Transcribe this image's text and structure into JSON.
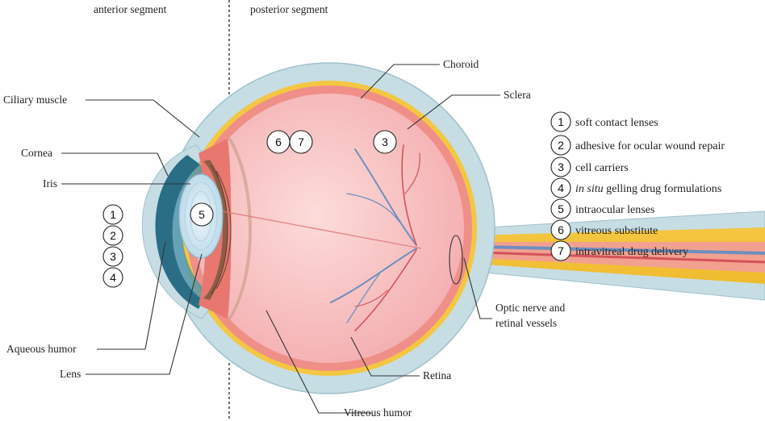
{
  "segments": {
    "anterior": "anterior segment",
    "posterior": "posterior segment"
  },
  "labels": {
    "choroid": "Choroid",
    "sclera": "Sclera",
    "ciliary_muscle": "Ciliary muscle",
    "cornea": "Cornea",
    "iris": "Iris",
    "aqueous_humor": "Aqueous humor",
    "lens": "Lens",
    "vitreous_humor": "Vitreous humor",
    "retina": "Retina",
    "optic_nerve_line1": "Optic nerve and",
    "optic_nerve_line2": "retinal vessels"
  },
  "markers": {
    "lens": "5",
    "vitreous_a": "6",
    "vitreous_b": "7",
    "retina": "3",
    "anterior_list": [
      "1",
      "2",
      "3",
      "4"
    ]
  },
  "legend": [
    {
      "num": "1",
      "text": "soft contact lenses",
      "italic_prefix": ""
    },
    {
      "num": "2",
      "text": "adhesive for ocular wound repair",
      "italic_prefix": ""
    },
    {
      "num": "3",
      "text": "cell carriers",
      "italic_prefix": ""
    },
    {
      "num": "4",
      "text": " gelling drug formulations",
      "italic_prefix": "in situ"
    },
    {
      "num": "5",
      "text": "intraocular lenses",
      "italic_prefix": ""
    },
    {
      "num": "6",
      "text": "vitreous substitute",
      "italic_prefix": ""
    },
    {
      "num": "7",
      "text": "intravitreal drug delivery",
      "italic_prefix": ""
    }
  ],
  "colors": {
    "sclera": "#c6dde3",
    "sclera_edge": "#9fc1cb",
    "choroid": "#f4c742",
    "retina_band": "#ef8f87",
    "vitreous": "#f6b9b9",
    "vitreous_center": "#fbd3d1",
    "lens": "#d9ecf5",
    "cornea": "#2a6e86",
    "ciliary": "#8b5e44",
    "vessel_blue": "#6d8fbf",
    "vessel_red": "#d4525a"
  }
}
